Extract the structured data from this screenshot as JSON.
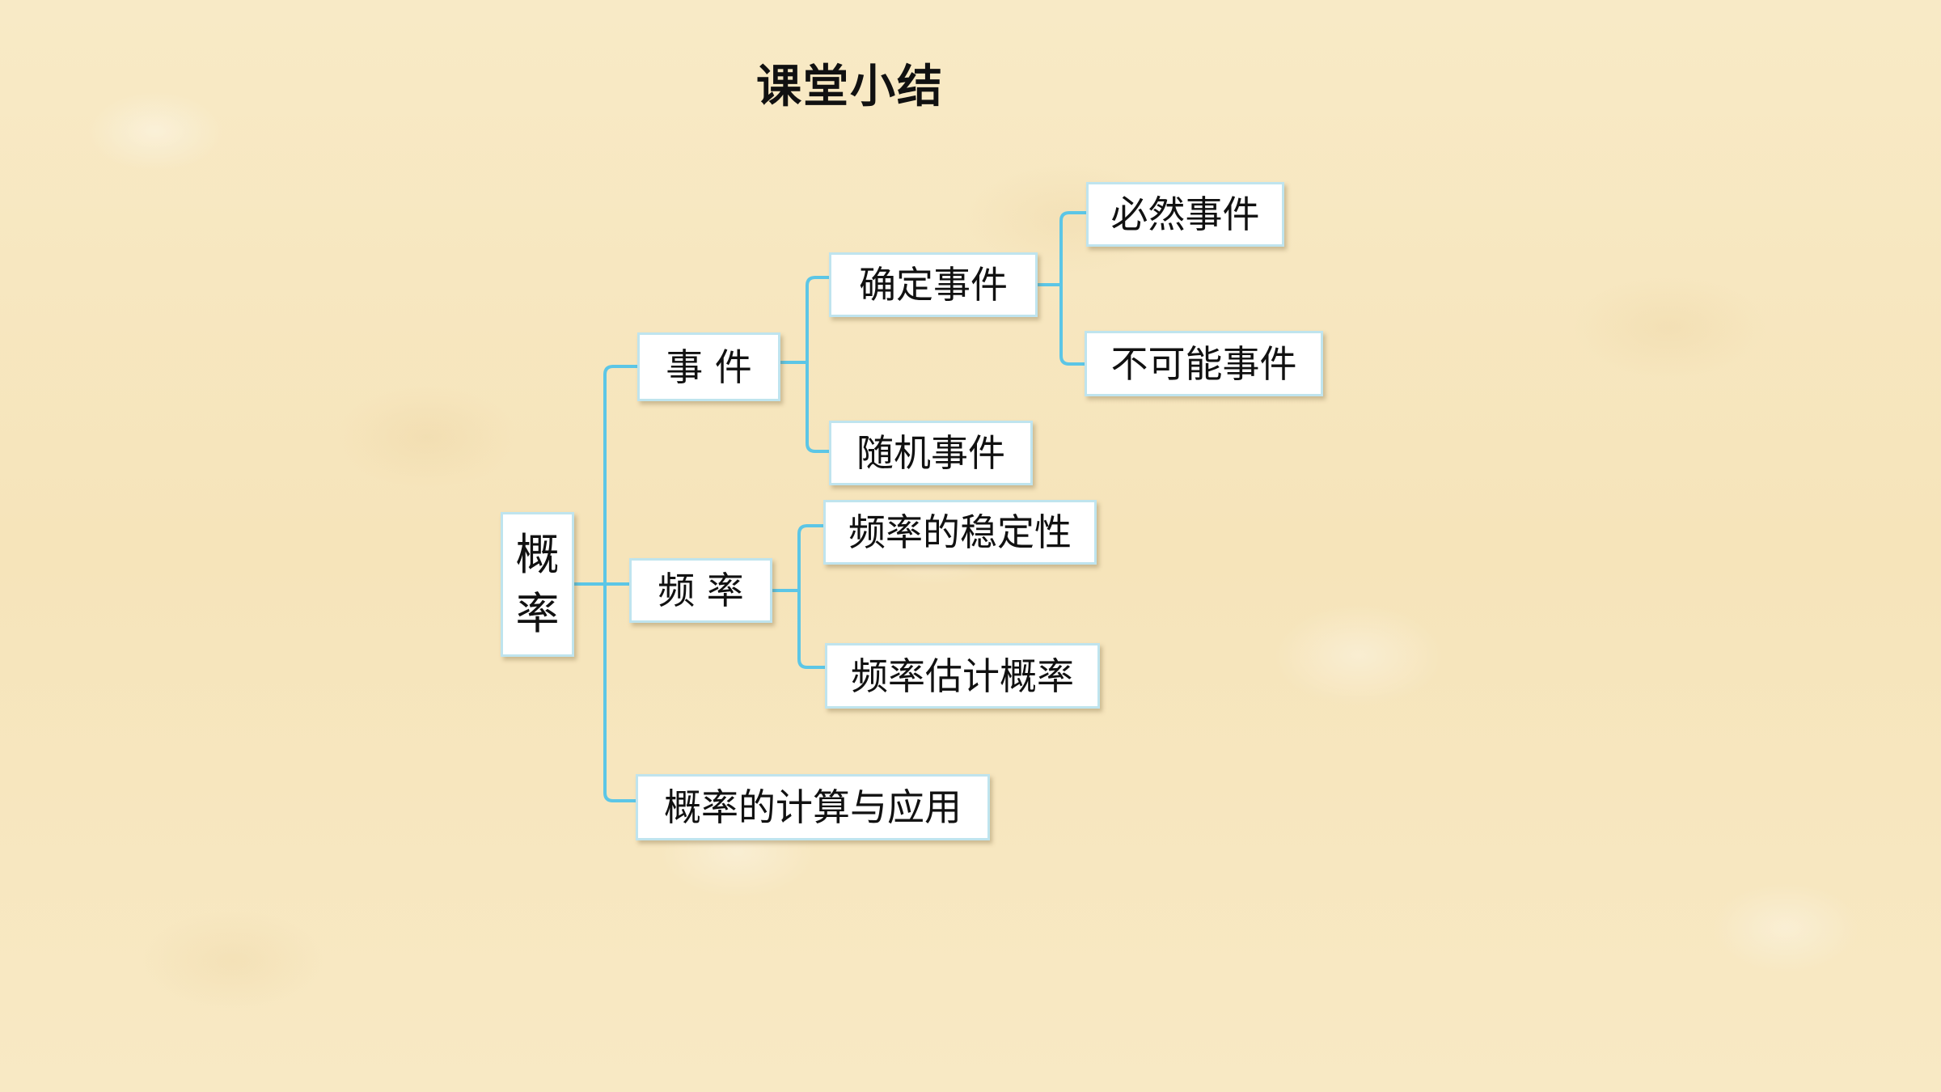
{
  "title": "课堂小结",
  "tree": {
    "root": {
      "char1": "概",
      "char2": "率"
    },
    "event": {
      "label": "事 件"
    },
    "definite_event": {
      "label": "确定事件"
    },
    "certain_event": {
      "label": "必然事件"
    },
    "impossible_event": {
      "label": "不可能事件"
    },
    "random_event": {
      "label": "随机事件"
    },
    "frequency": {
      "label": "频 率"
    },
    "frequency_stability": {
      "label": "频率的稳定性"
    },
    "frequency_estimate": {
      "label": "频率估计概率"
    },
    "calculation": {
      "label": "概率的计算与应用"
    }
  },
  "colors": {
    "connector": "#5cc6e6",
    "node_border": "#bfe4ee",
    "node_fill": "#ffffff",
    "background": "#f7e7bf"
  }
}
